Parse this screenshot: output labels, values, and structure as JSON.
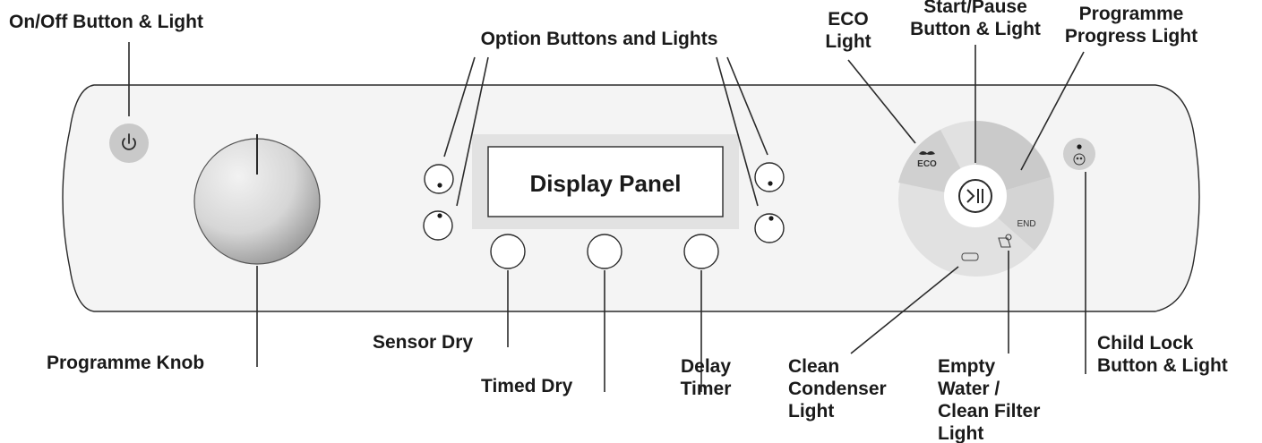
{
  "labels": {
    "onoff": "On/Off Button & Light",
    "options": "Option Buttons and Lights",
    "eco_1": "ECO",
    "eco_2": "Light",
    "startpause_1": "Start/Pause",
    "startpause_2": "Button & Light",
    "progress_1": "Programme",
    "progress_2": "Progress Light",
    "knob": "Programme Knob",
    "sensor_dry": "Sensor Dry",
    "timed_dry": "Timed Dry",
    "delay_1": "Delay",
    "delay_2": "Timer",
    "condenser_1": "Clean",
    "condenser_2": "Condenser",
    "condenser_3": "Light",
    "empty_1": "Empty",
    "empty_2": "Water /",
    "empty_3": "Clean Filter",
    "empty_4": "Light",
    "childlock_1": "Child Lock",
    "childlock_2": "Button & Light"
  },
  "display": {
    "text": "Display Panel"
  },
  "ring": {
    "eco_text": "ECO",
    "end_text": "END"
  },
  "colors": {
    "panel_bg": "#f4f4f4",
    "display_surround": "#e2e2e2",
    "ring_light": "#e1e1e1",
    "ring_dark": "#cacaca",
    "knob": "#d8d8d8",
    "onoff_button": "#c9c9c9"
  }
}
